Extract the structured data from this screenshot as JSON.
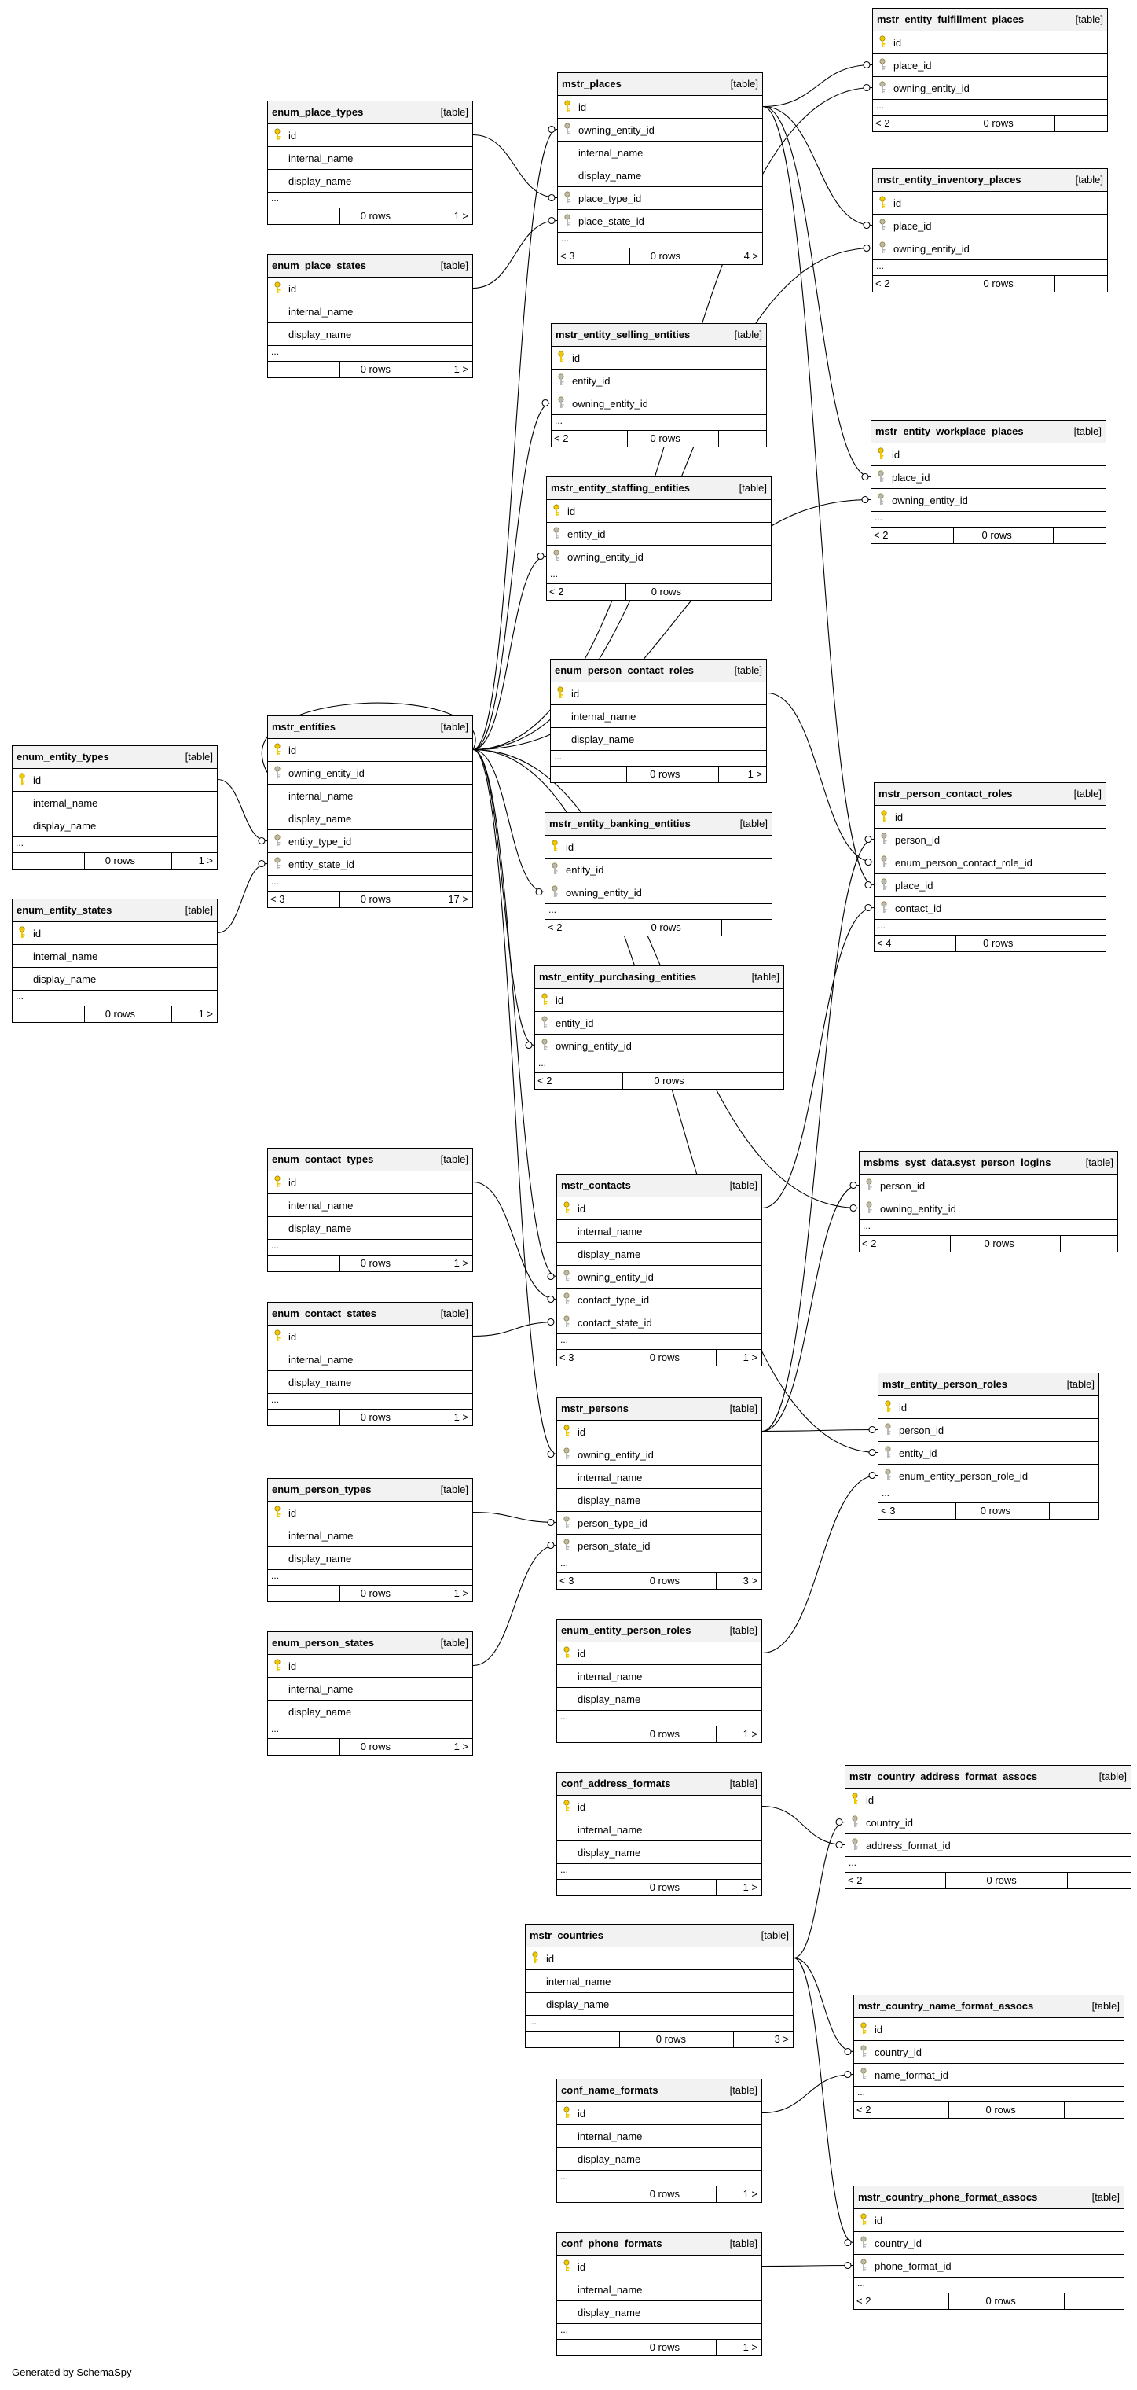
{
  "type_label": "[table]",
  "generated_by": "Generated by SchemaSpy",
  "tables": [
    {
      "id": "enum_place_types",
      "name": "enum_place_types",
      "cols": [
        {
          "n": "id",
          "k": "pk"
        },
        {
          "n": "internal_name",
          "k": ""
        },
        {
          "n": "display_name",
          "k": ""
        }
      ],
      "more": "...",
      "rows": "0 rows",
      "fwd": "1 >"
    },
    {
      "id": "enum_place_states",
      "name": "enum_place_states",
      "cols": [
        {
          "n": "id",
          "k": "pk"
        },
        {
          "n": "internal_name",
          "k": ""
        },
        {
          "n": "display_name",
          "k": ""
        }
      ],
      "more": "...",
      "rows": "0 rows",
      "fwd": "1 >"
    },
    {
      "id": "mstr_places",
      "name": "mstr_places",
      "cols": [
        {
          "n": "id",
          "k": "pk"
        },
        {
          "n": "owning_entity_id",
          "k": "fk"
        },
        {
          "n": "internal_name",
          "k": ""
        },
        {
          "n": "display_name",
          "k": ""
        },
        {
          "n": "place_type_id",
          "k": "fk"
        },
        {
          "n": "place_state_id",
          "k": "fk"
        }
      ],
      "more": "...",
      "back": "< 3",
      "rows": "0 rows",
      "fwd": "4 >"
    },
    {
      "id": "mstr_entity_fulfillment_places",
      "name": "mstr_entity_fulfillment_places",
      "cols": [
        {
          "n": "id",
          "k": "pk"
        },
        {
          "n": "place_id",
          "k": "fk"
        },
        {
          "n": "owning_entity_id",
          "k": "fk"
        }
      ],
      "more": "...",
      "back": "< 2",
      "rows": "0 rows"
    },
    {
      "id": "mstr_entity_inventory_places",
      "name": "mstr_entity_inventory_places",
      "cols": [
        {
          "n": "id",
          "k": "pk"
        },
        {
          "n": "place_id",
          "k": "fk"
        },
        {
          "n": "owning_entity_id",
          "k": "fk"
        }
      ],
      "more": "...",
      "back": "< 2",
      "rows": "0 rows"
    },
    {
      "id": "mstr_entity_selling_entities",
      "name": "mstr_entity_selling_entities",
      "cols": [
        {
          "n": "id",
          "k": "pk"
        },
        {
          "n": "entity_id",
          "k": "fk"
        },
        {
          "n": "owning_entity_id",
          "k": "fk"
        }
      ],
      "more": "...",
      "back": "< 2",
      "rows": "0 rows"
    },
    {
      "id": "mstr_entity_workplace_places",
      "name": "mstr_entity_workplace_places",
      "cols": [
        {
          "n": "id",
          "k": "pk"
        },
        {
          "n": "place_id",
          "k": "fk"
        },
        {
          "n": "owning_entity_id",
          "k": "fk"
        }
      ],
      "more": "...",
      "back": "< 2",
      "rows": "0 rows"
    },
    {
      "id": "mstr_entity_staffing_entities",
      "name": "mstr_entity_staffing_entities",
      "cols": [
        {
          "n": "id",
          "k": "pk"
        },
        {
          "n": "entity_id",
          "k": "fk"
        },
        {
          "n": "owning_entity_id",
          "k": "fk"
        }
      ],
      "more": "...",
      "back": "< 2",
      "rows": "0 rows"
    },
    {
      "id": "enum_person_contact_roles",
      "name": "enum_person_contact_roles",
      "cols": [
        {
          "n": "id",
          "k": "pk"
        },
        {
          "n": "internal_name",
          "k": ""
        },
        {
          "n": "display_name",
          "k": ""
        }
      ],
      "more": "...",
      "rows": "0 rows",
      "fwd": "1 >"
    },
    {
      "id": "enum_entity_types",
      "name": "enum_entity_types",
      "cols": [
        {
          "n": "id",
          "k": "pk"
        },
        {
          "n": "internal_name",
          "k": ""
        },
        {
          "n": "display_name",
          "k": ""
        }
      ],
      "more": "...",
      "rows": "0 rows",
      "fwd": "1 >"
    },
    {
      "id": "mstr_entities",
      "name": "mstr_entities",
      "cols": [
        {
          "n": "id",
          "k": "pk"
        },
        {
          "n": "owning_entity_id",
          "k": "fk"
        },
        {
          "n": "internal_name",
          "k": ""
        },
        {
          "n": "display_name",
          "k": ""
        },
        {
          "n": "entity_type_id",
          "k": "fk"
        },
        {
          "n": "entity_state_id",
          "k": "fk"
        }
      ],
      "more": "...",
      "back": "< 3",
      "rows": "0 rows",
      "fwd": "17 >"
    },
    {
      "id": "mstr_person_contact_roles",
      "name": "mstr_person_contact_roles",
      "cols": [
        {
          "n": "id",
          "k": "pk"
        },
        {
          "n": "person_id",
          "k": "fk"
        },
        {
          "n": "enum_person_contact_role_id",
          "k": "fk"
        },
        {
          "n": "place_id",
          "k": "fk"
        },
        {
          "n": "contact_id",
          "k": "fk"
        }
      ],
      "more": "...",
      "back": "< 4",
      "rows": "0 rows"
    },
    {
      "id": "mstr_entity_banking_entities",
      "name": "mstr_entity_banking_entities",
      "cols": [
        {
          "n": "id",
          "k": "pk"
        },
        {
          "n": "entity_id",
          "k": "fk"
        },
        {
          "n": "owning_entity_id",
          "k": "fk"
        }
      ],
      "more": "...",
      "back": "< 2",
      "rows": "0 rows"
    },
    {
      "id": "enum_entity_states",
      "name": "enum_entity_states",
      "cols": [
        {
          "n": "id",
          "k": "pk"
        },
        {
          "n": "internal_name",
          "k": ""
        },
        {
          "n": "display_name",
          "k": ""
        }
      ],
      "more": "...",
      "rows": "0 rows",
      "fwd": "1 >"
    },
    {
      "id": "mstr_entity_purchasing_entities",
      "name": "mstr_entity_purchasing_entities",
      "cols": [
        {
          "n": "id",
          "k": "pk"
        },
        {
          "n": "entity_id",
          "k": "fk"
        },
        {
          "n": "owning_entity_id",
          "k": "fk"
        }
      ],
      "more": "...",
      "back": "< 2",
      "rows": "0 rows"
    },
    {
      "id": "enum_contact_types",
      "name": "enum_contact_types",
      "cols": [
        {
          "n": "id",
          "k": "pk"
        },
        {
          "n": "internal_name",
          "k": ""
        },
        {
          "n": "display_name",
          "k": ""
        }
      ],
      "more": "...",
      "rows": "0 rows",
      "fwd": "1 >"
    },
    {
      "id": "mstr_contacts",
      "name": "mstr_contacts",
      "cols": [
        {
          "n": "id",
          "k": "pk"
        },
        {
          "n": "internal_name",
          "k": ""
        },
        {
          "n": "display_name",
          "k": ""
        },
        {
          "n": "owning_entity_id",
          "k": "fk"
        },
        {
          "n": "contact_type_id",
          "k": "fk"
        },
        {
          "n": "contact_state_id",
          "k": "fk"
        }
      ],
      "more": "...",
      "back": "< 3",
      "rows": "0 rows",
      "fwd": "1 >"
    },
    {
      "id": "syst_person_logins",
      "name": "msbms_syst_data.syst_person_logins",
      "cols": [
        {
          "n": "person_id",
          "k": "fk"
        },
        {
          "n": "owning_entity_id",
          "k": "fk"
        }
      ],
      "more": "...",
      "back": "< 2",
      "rows": "0 rows"
    },
    {
      "id": "enum_contact_states",
      "name": "enum_contact_states",
      "cols": [
        {
          "n": "id",
          "k": "pk"
        },
        {
          "n": "internal_name",
          "k": ""
        },
        {
          "n": "display_name",
          "k": ""
        }
      ],
      "more": "...",
      "rows": "0 rows",
      "fwd": "1 >"
    },
    {
      "id": "mstr_persons",
      "name": "mstr_persons",
      "cols": [
        {
          "n": "id",
          "k": "pk"
        },
        {
          "n": "owning_entity_id",
          "k": "fk"
        },
        {
          "n": "internal_name",
          "k": ""
        },
        {
          "n": "display_name",
          "k": ""
        },
        {
          "n": "person_type_id",
          "k": "fk"
        },
        {
          "n": "person_state_id",
          "k": "fk"
        }
      ],
      "more": "...",
      "back": "< 3",
      "rows": "0 rows",
      "fwd": "3 >"
    },
    {
      "id": "mstr_entity_person_roles",
      "name": "mstr_entity_person_roles",
      "cols": [
        {
          "n": "id",
          "k": "pk"
        },
        {
          "n": "person_id",
          "k": "fk"
        },
        {
          "n": "entity_id",
          "k": "fk"
        },
        {
          "n": "enum_entity_person_role_id",
          "k": "fk"
        }
      ],
      "more": "...",
      "back": "< 3",
      "rows": "0 rows"
    },
    {
      "id": "enum_person_types",
      "name": "enum_person_types",
      "cols": [
        {
          "n": "id",
          "k": "pk"
        },
        {
          "n": "internal_name",
          "k": ""
        },
        {
          "n": "display_name",
          "k": ""
        }
      ],
      "more": "...",
      "rows": "0 rows",
      "fwd": "1 >"
    },
    {
      "id": "enum_entity_person_roles",
      "name": "enum_entity_person_roles",
      "cols": [
        {
          "n": "id",
          "k": "pk"
        },
        {
          "n": "internal_name",
          "k": ""
        },
        {
          "n": "display_name",
          "k": ""
        }
      ],
      "more": "...",
      "rows": "0 rows",
      "fwd": "1 >"
    },
    {
      "id": "enum_person_states",
      "name": "enum_person_states",
      "cols": [
        {
          "n": "id",
          "k": "pk"
        },
        {
          "n": "internal_name",
          "k": ""
        },
        {
          "n": "display_name",
          "k": ""
        }
      ],
      "more": "...",
      "rows": "0 rows",
      "fwd": "1 >"
    },
    {
      "id": "conf_address_formats",
      "name": "conf_address_formats",
      "cols": [
        {
          "n": "id",
          "k": "pk"
        },
        {
          "n": "internal_name",
          "k": ""
        },
        {
          "n": "display_name",
          "k": ""
        }
      ],
      "more": "...",
      "rows": "0 rows",
      "fwd": "1 >"
    },
    {
      "id": "mstr_country_address_format_assocs",
      "name": "mstr_country_address_format_assocs",
      "cols": [
        {
          "n": "id",
          "k": "pk"
        },
        {
          "n": "country_id",
          "k": "fk"
        },
        {
          "n": "address_format_id",
          "k": "fk"
        }
      ],
      "more": "...",
      "back": "< 2",
      "rows": "0 rows"
    },
    {
      "id": "mstr_countries",
      "name": "mstr_countries",
      "cols": [
        {
          "n": "id",
          "k": "pk"
        },
        {
          "n": "internal_name",
          "k": ""
        },
        {
          "n": "display_name",
          "k": ""
        }
      ],
      "more": "...",
      "rows": "0 rows",
      "fwd": "3 >"
    },
    {
      "id": "mstr_country_name_format_assocs",
      "name": "mstr_country_name_format_assocs",
      "cols": [
        {
          "n": "id",
          "k": "pk"
        },
        {
          "n": "country_id",
          "k": "fk"
        },
        {
          "n": "name_format_id",
          "k": "fk"
        }
      ],
      "more": "...",
      "back": "< 2",
      "rows": "0 rows"
    },
    {
      "id": "conf_name_formats",
      "name": "conf_name_formats",
      "cols": [
        {
          "n": "id",
          "k": "pk"
        },
        {
          "n": "internal_name",
          "k": ""
        },
        {
          "n": "display_name",
          "k": ""
        }
      ],
      "more": "...",
      "rows": "0 rows",
      "fwd": "1 >"
    },
    {
      "id": "mstr_country_phone_format_assocs",
      "name": "mstr_country_phone_format_assocs",
      "cols": [
        {
          "n": "id",
          "k": "pk"
        },
        {
          "n": "country_id",
          "k": "fk"
        },
        {
          "n": "phone_format_id",
          "k": "fk"
        }
      ],
      "more": "...",
      "back": "< 2",
      "rows": "0 rows"
    },
    {
      "id": "conf_phone_formats",
      "name": "conf_phone_formats",
      "cols": [
        {
          "n": "id",
          "k": "pk"
        },
        {
          "n": "internal_name",
          "k": ""
        },
        {
          "n": "display_name",
          "k": ""
        }
      ],
      "more": "...",
      "rows": "0 rows",
      "fwd": "1 >"
    }
  ],
  "relations": [
    {
      "from": "mstr_places",
      "to": "enum_place_types"
    },
    {
      "from": "mstr_places",
      "to": "enum_place_states"
    },
    {
      "from": "mstr_places",
      "to": "mstr_entities"
    },
    {
      "from": "mstr_entity_fulfillment_places",
      "to": "mstr_places"
    },
    {
      "from": "mstr_entity_fulfillment_places",
      "to": "mstr_entities"
    },
    {
      "from": "mstr_entity_inventory_places",
      "to": "mstr_places"
    },
    {
      "from": "mstr_entity_inventory_places",
      "to": "mstr_entities"
    },
    {
      "from": "mstr_entity_workplace_places",
      "to": "mstr_places"
    },
    {
      "from": "mstr_entity_workplace_places",
      "to": "mstr_entities"
    },
    {
      "from": "mstr_entity_selling_entities",
      "to": "mstr_entities"
    },
    {
      "from": "mstr_entity_staffing_entities",
      "to": "mstr_entities"
    },
    {
      "from": "mstr_entity_banking_entities",
      "to": "mstr_entities"
    },
    {
      "from": "mstr_entity_purchasing_entities",
      "to": "mstr_entities"
    },
    {
      "from": "mstr_entities",
      "to": "enum_entity_types"
    },
    {
      "from": "mstr_entities",
      "to": "enum_entity_states"
    },
    {
      "from": "mstr_entities",
      "to": "mstr_entities"
    },
    {
      "from": "mstr_person_contact_roles",
      "to": "enum_person_contact_roles"
    },
    {
      "from": "mstr_person_contact_roles",
      "to": "mstr_persons"
    },
    {
      "from": "mstr_person_contact_roles",
      "to": "mstr_places"
    },
    {
      "from": "mstr_person_contact_roles",
      "to": "mstr_contacts"
    },
    {
      "from": "mstr_contacts",
      "to": "enum_contact_types"
    },
    {
      "from": "mstr_contacts",
      "to": "enum_contact_states"
    },
    {
      "from": "mstr_contacts",
      "to": "mstr_entities"
    },
    {
      "from": "syst_person_logins",
      "to": "mstr_persons"
    },
    {
      "from": "syst_person_logins",
      "to": "mstr_entities"
    },
    {
      "from": "mstr_persons",
      "to": "enum_person_types"
    },
    {
      "from": "mstr_persons",
      "to": "enum_person_states"
    },
    {
      "from": "mstr_persons",
      "to": "mstr_entities"
    },
    {
      "from": "mstr_entity_person_roles",
      "to": "mstr_persons"
    },
    {
      "from": "mstr_entity_person_roles",
      "to": "mstr_entities"
    },
    {
      "from": "mstr_entity_person_roles",
      "to": "enum_entity_person_roles"
    },
    {
      "from": "mstr_country_address_format_assocs",
      "to": "mstr_countries"
    },
    {
      "from": "mstr_country_address_format_assocs",
      "to": "conf_address_formats"
    },
    {
      "from": "mstr_country_name_format_assocs",
      "to": "mstr_countries"
    },
    {
      "from": "mstr_country_name_format_assocs",
      "to": "conf_name_formats"
    },
    {
      "from": "mstr_country_phone_format_assocs",
      "to": "mstr_countries"
    },
    {
      "from": "mstr_country_phone_format_assocs",
      "to": "conf_phone_formats"
    }
  ]
}
